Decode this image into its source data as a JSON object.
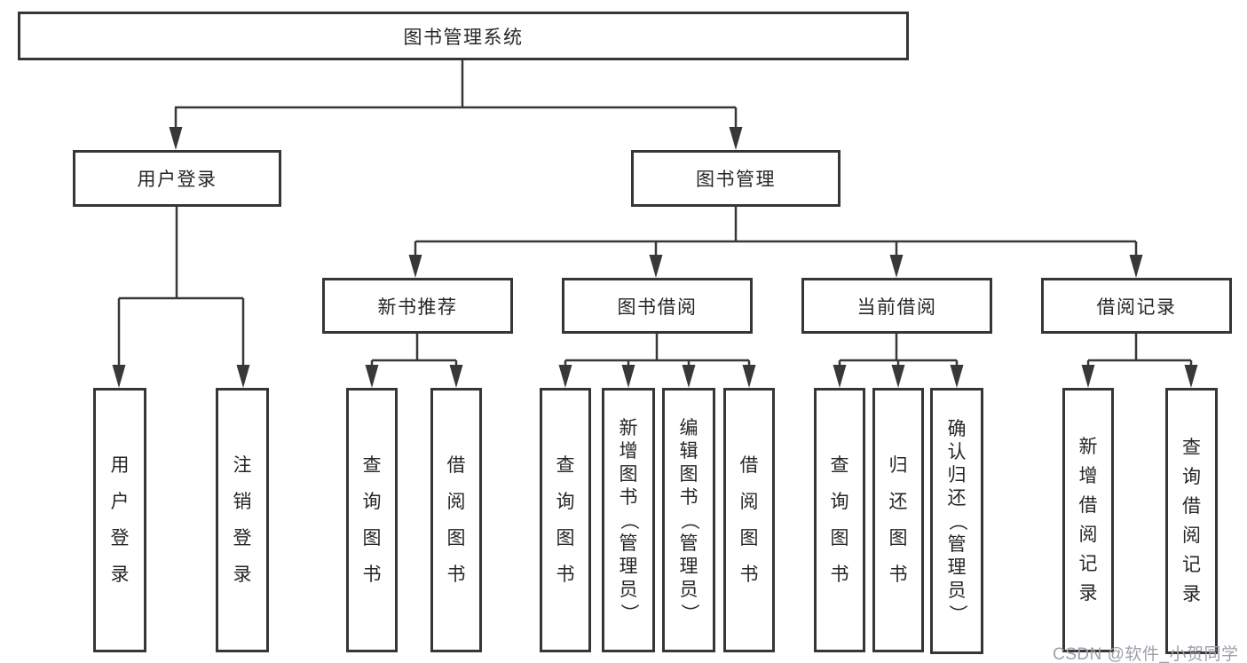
{
  "tree": {
    "root": "图书管理系统",
    "branches": [
      {
        "label": "用户登录",
        "children": [
          "用户登录",
          "注销登录"
        ]
      },
      {
        "label": "图书管理",
        "sub_branches": [
          {
            "label": "新书推荐",
            "children": [
              "查询图书",
              "借阅图书"
            ]
          },
          {
            "label": "图书借阅",
            "children": [
              "查询图书",
              "新增图书（管理员）",
              "编辑图书（管理员）",
              "借阅图书"
            ]
          },
          {
            "label": "当前借阅",
            "children": [
              "查询图书",
              "归还图书",
              "确认归还（管理员）"
            ]
          },
          {
            "label": "借阅记录",
            "children": [
              "新增借阅记录",
              "查询借阅记录"
            ]
          }
        ]
      }
    ]
  },
  "watermark": "CSDN @软件_小贺同学",
  "colors": {
    "line": "#383838",
    "box_border": "#363636",
    "box_bg": "#ffffff",
    "text": "#262626",
    "watermark": "#9da0a8"
  }
}
